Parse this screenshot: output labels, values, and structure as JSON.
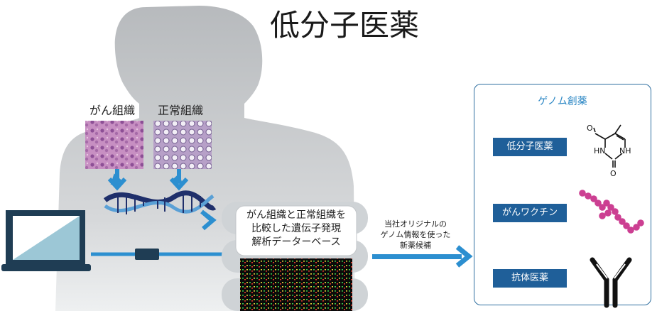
{
  "title": "低分子医薬",
  "tissues": {
    "cancer_label": "がん組織",
    "normal_label": "正常組織"
  },
  "database": {
    "lines": [
      "がん組織と正常組織を",
      "比較した遺伝子発現",
      "解析データーベース"
    ]
  },
  "flow_label": {
    "lines": [
      "当社オリジナルの",
      "ゲノム情報を使った",
      "新薬候補"
    ]
  },
  "panel": {
    "title": "ゲノム創薬",
    "items": [
      {
        "label": "低分子医薬",
        "icon": "small-molecule-structure-icon"
      },
      {
        "label": "がんワクチン",
        "icon": "peptide-chain-icon"
      },
      {
        "label": "抗体医薬",
        "icon": "antibody-icon"
      }
    ]
  },
  "molecule": {
    "atoms": {
      "o_top": "O",
      "hn": "HN",
      "nh": "NH",
      "o_bottom": "O"
    }
  },
  "colors": {
    "arrow_blue": "#2c8fd0",
    "panel_border": "#2f6fa0",
    "label_blue": "#1f5f99",
    "panel_title": "#2a86c4",
    "silhouette": "#c9cbce",
    "bead_pink": "#cc3f92",
    "laptop_screen": "#9cc7d6",
    "laptop_frame": "#1f3d54"
  }
}
